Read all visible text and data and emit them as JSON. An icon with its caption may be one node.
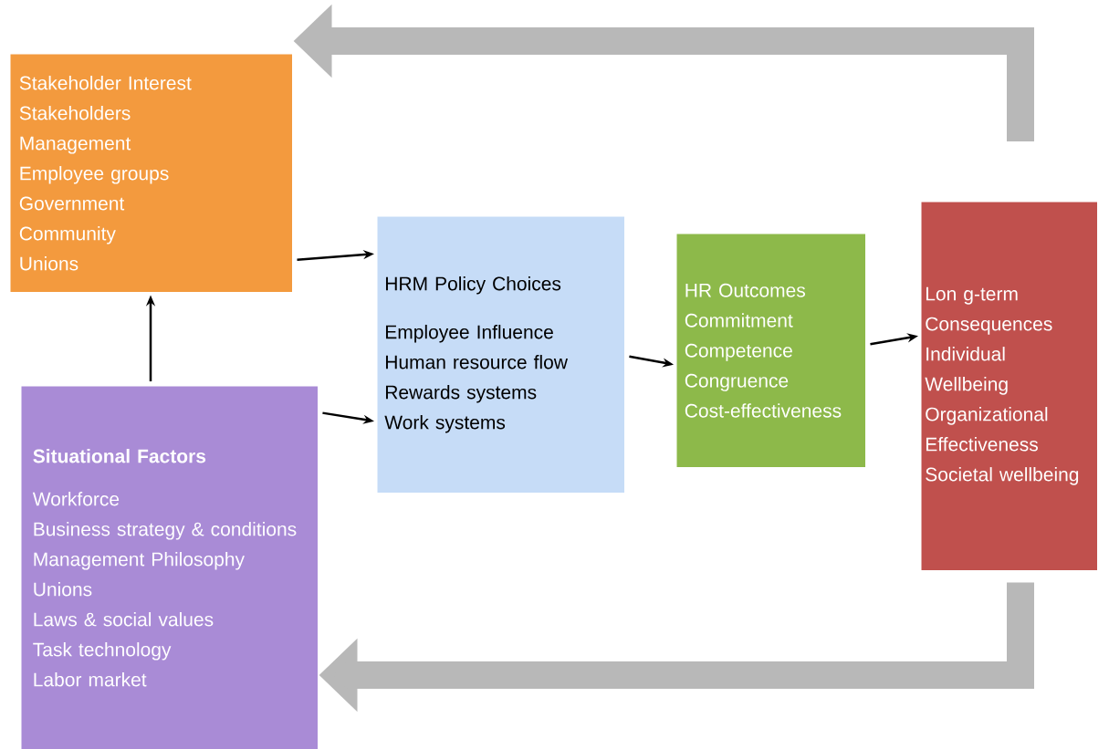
{
  "diagram": {
    "nodes": [
      {
        "text": [
          "Stakeholder Interest",
          "Stakeholders",
          "Management",
          "Employee groups",
          "Government",
          "Community",
          "Unions"
        ]
      },
      {
        "text": [
          "Situational Factors",
          "Workforce",
          "Business strategy & conditions",
          "Management Philosophy",
          "Unions",
          "Laws & social values",
          "Task technology",
          "Labor market"
        ]
      },
      {
        "text": [
          "HRM Policy Choices",
          "Employee Influence",
          "Human resource flow",
          "Rewards systems",
          "Work systems"
        ]
      },
      {
        "text": [
          "HR Outcomes",
          "Commitment",
          "Competence",
          "Congruence",
          "Cost-effectiveness"
        ]
      },
      {
        "text": [
          "Lon g-term Consequences",
          "Individual Wellbeing",
          "Organizational Effectiveness",
          "Societal wellbeing"
        ]
      }
    ],
    "edges": [
      {
        "from": 0,
        "to": 2,
        "arrow": "to"
      },
      {
        "from": 1,
        "to": 0,
        "arrow": "to"
      },
      {
        "from": 1,
        "to": 2,
        "arrow": "to"
      },
      {
        "from": 2,
        "to": 3,
        "arrow": "to"
      },
      {
        "from": 3,
        "to": 4,
        "arrow": "to"
      },
      {
        "from": 4,
        "to": 0,
        "arrow": "to",
        "style": "thick",
        "color": "#b8b8b8"
      },
      {
        "from": 4,
        "to": 1,
        "arrow": "to",
        "style": "thick",
        "color": "#b8b8b8"
      }
    ]
  }
}
